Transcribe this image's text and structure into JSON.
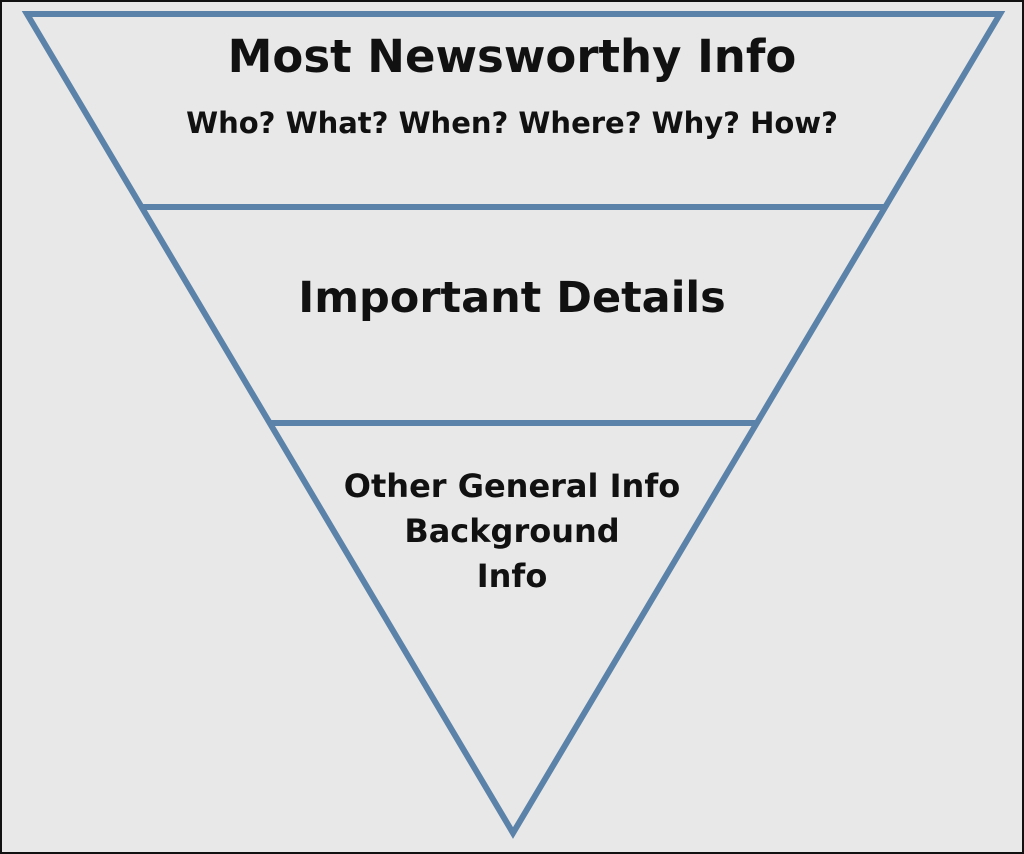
{
  "colors": {
    "outline": "#5b82a8",
    "background": "#e8e8e8",
    "text": "#111111"
  },
  "tiers": [
    {
      "title": "Most Newsworthy Info",
      "subtitle": "Who? What? When? Where? Why? How?"
    },
    {
      "title": "Important Details"
    },
    {
      "lines": [
        "Other General Info",
        "Background",
        "Info"
      ]
    }
  ]
}
